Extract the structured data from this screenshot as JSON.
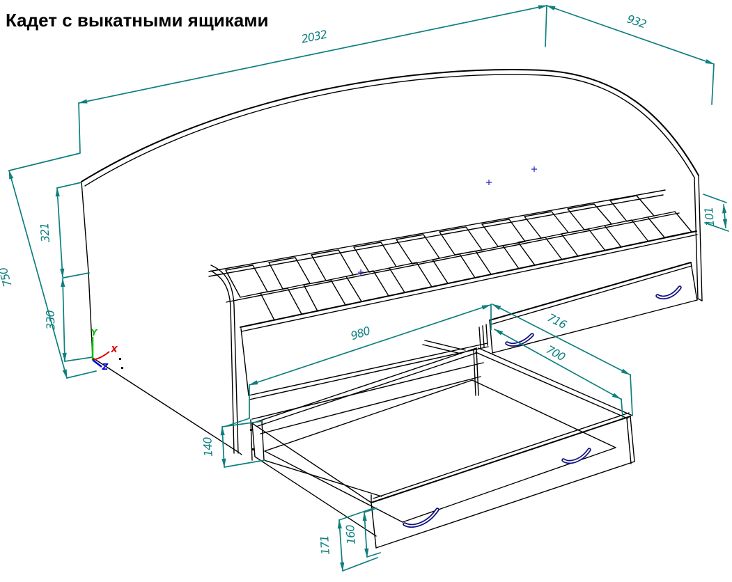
{
  "title": "Кадет с выкатными ящиками",
  "dimensions": {
    "length": "2032",
    "depth": "932",
    "height": "750",
    "backrest_height": "321",
    "base_height": "330",
    "drawer_opening_width": "980",
    "drawer_length": "716",
    "drawer_inner_length": "700",
    "plinth_gap": "140",
    "drawer_front_height": "171",
    "drawer_side_height": "160",
    "rail_edge_offset": "101"
  },
  "ucs": {
    "x": "X",
    "y": "Y",
    "z": "Z"
  },
  "colors": {
    "dimension_lines": "#0e7f7f",
    "drawing_lines": "#000000",
    "drawer_handles": "#10107e",
    "axis_x": "#e00000",
    "axis_y": "#00b900",
    "axis_z": "#0000d8"
  }
}
